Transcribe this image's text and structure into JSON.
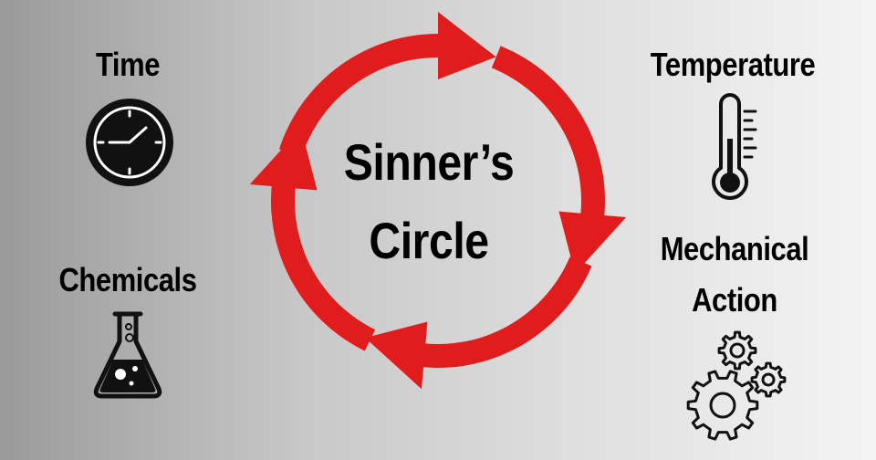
{
  "title": {
    "line1": "Sinner’s",
    "line2": "Circle"
  },
  "factors": {
    "time": "Time",
    "temperature": "Temperature",
    "chemicals": "Chemicals",
    "mechanical_line1": "Mechanical",
    "mechanical_line2": "Action"
  },
  "icons": {
    "time": "clock-icon",
    "temperature": "thermometer-icon",
    "chemicals": "flask-icon",
    "mechanical": "gears-icon"
  },
  "colors": {
    "arrow": "#e01c1c",
    "text": "#000000",
    "icon_stroke": "#111111"
  }
}
